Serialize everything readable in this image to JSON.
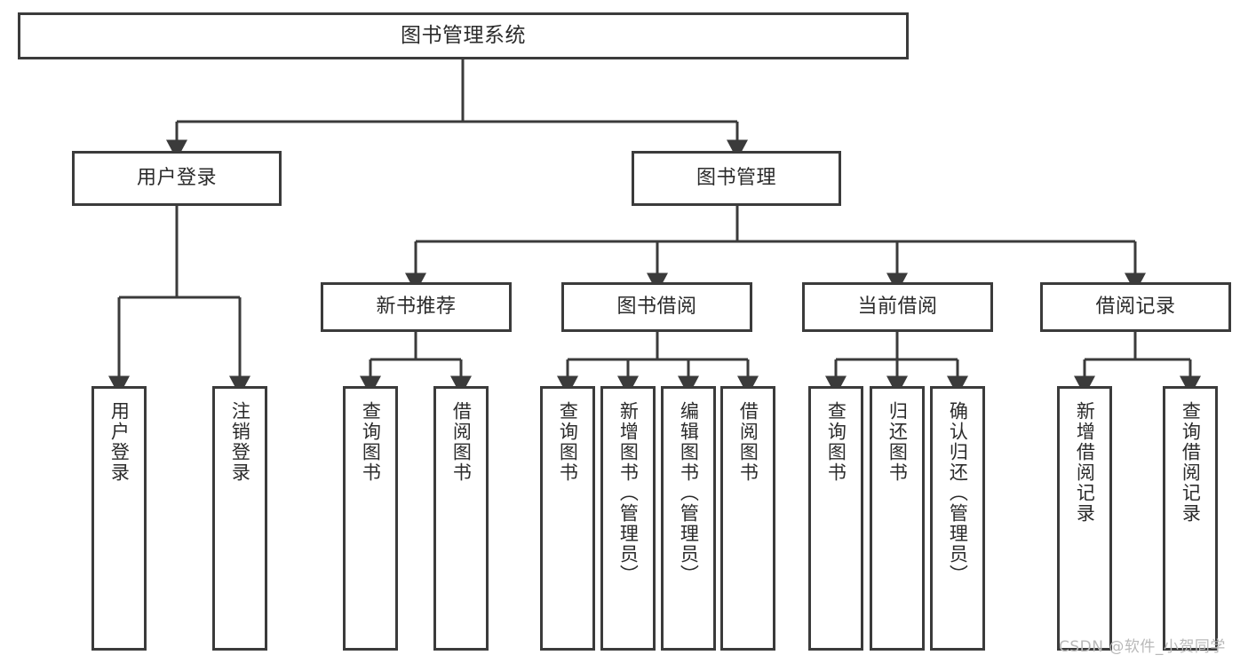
{
  "diagram": {
    "title": "图书管理系统",
    "type": "tree-hierarchy-diagram",
    "colors": {
      "stroke": "#3b3b3b",
      "fill": "#ffffff",
      "text": "#2b2b2b",
      "watermark": "#b9b9b9"
    },
    "levels": {
      "root": {
        "label": "图书管理系统"
      },
      "level1": [
        {
          "label": "用户登录"
        },
        {
          "label": "图书管理"
        }
      ],
      "level2": [
        {
          "label": "新书推荐"
        },
        {
          "label": "图书借阅"
        },
        {
          "label": "当前借阅"
        },
        {
          "label": "借阅记录"
        }
      ],
      "leaves": {
        "user_login": [
          {
            "label": "用户登录"
          },
          {
            "label": "注销登录"
          }
        ],
        "new_book_recommend": [
          {
            "label": "查询图书"
          },
          {
            "label": "借阅图书"
          }
        ],
        "book_borrow": [
          {
            "label": "查询图书"
          },
          {
            "label": "新增图书（管理员）"
          },
          {
            "label": "编辑图书（管理员）"
          },
          {
            "label": "借阅图书"
          }
        ],
        "current_borrow": [
          {
            "label": "查询图书"
          },
          {
            "label": "归还图书"
          },
          {
            "label": "确认归还（管理员）"
          }
        ],
        "borrow_record": [
          {
            "label": "新增借阅记录"
          },
          {
            "label": "查询借阅记录"
          }
        ]
      }
    }
  },
  "watermark": {
    "text": "CSDN @软件_小贺同学"
  }
}
